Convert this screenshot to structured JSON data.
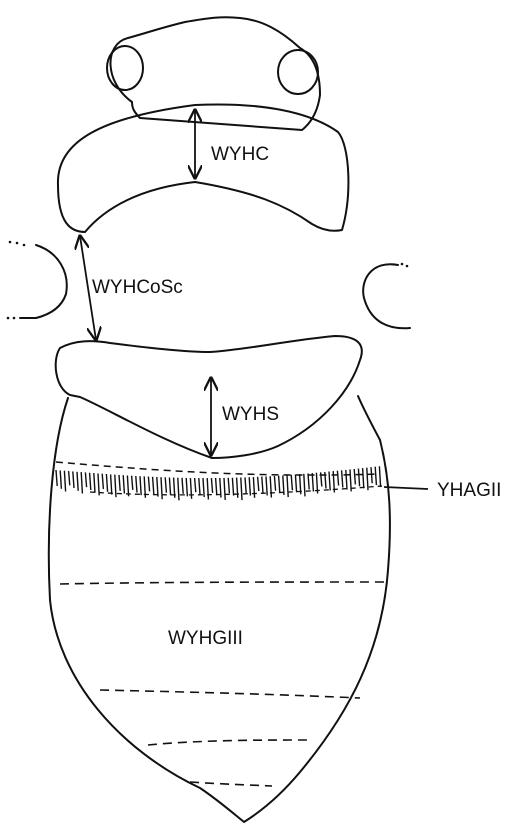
{
  "diagram": {
    "labels": {
      "wyhc": "WYHC",
      "wyhcosc": "WYHCoSc",
      "wyhs": "WYHS",
      "yhagii": "YHAGII",
      "wyhgiii": "WYHGIII"
    },
    "colors": {
      "ink": "#111111",
      "background": "#ffffff"
    }
  }
}
